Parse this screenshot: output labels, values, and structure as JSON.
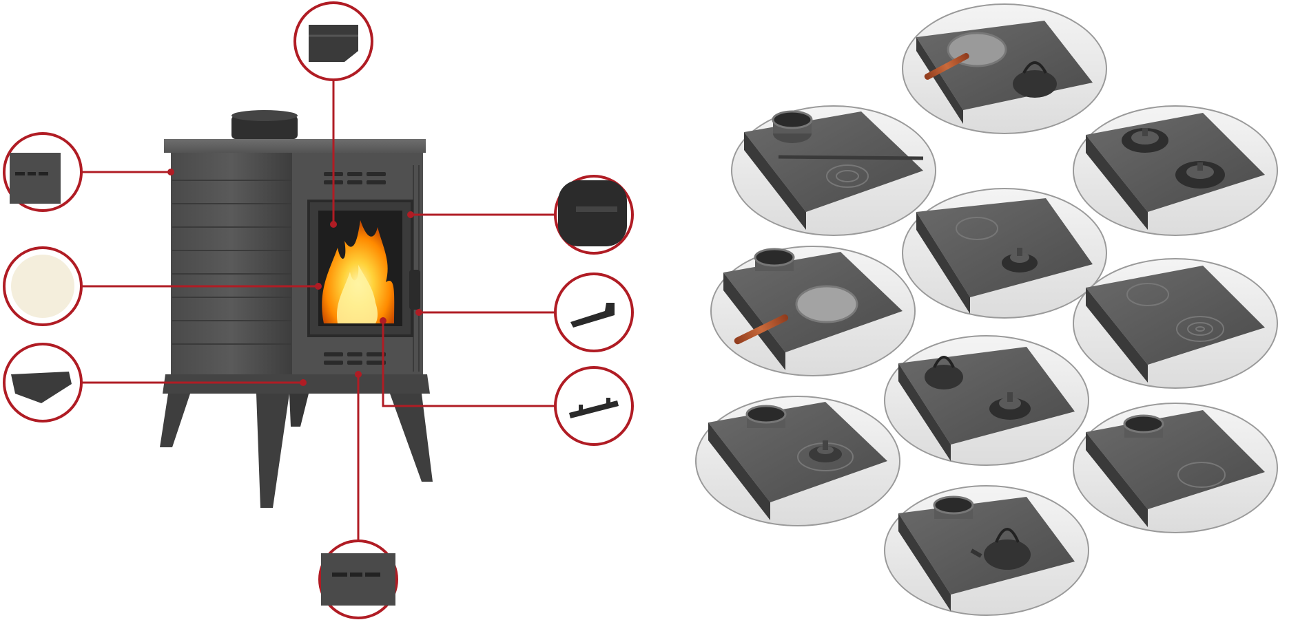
{
  "colors": {
    "background": "#ffffff",
    "callout_red": "#b01c24",
    "stove_body": "#4f4f4f",
    "stove_dark": "#2e2e2e",
    "cooktop_gray": "#5d5d5d",
    "flame_core": "#ffe04a",
    "flame_outer": "#ff8a00",
    "handle_wood": "#b4532a"
  },
  "stove_diagram": {
    "callouts": [
      {
        "name": "heat-shield-detail-callout",
        "icon": "heat-shield-icon"
      },
      {
        "name": "side-panel-detail-callout",
        "icon": "side-panel-icon"
      },
      {
        "name": "glass-seal-detail-callout",
        "icon": "glass-seal-icon"
      },
      {
        "name": "vermiculite-liner-detail-callout",
        "icon": "vermiculite-block-icon"
      },
      {
        "name": "door-handle-detail-callout",
        "icon": "handle-icon"
      },
      {
        "name": "ash-pan-detail-callout",
        "icon": "ash-pan-icon"
      },
      {
        "name": "grate-bar-detail-callout",
        "icon": "grate-bar-icon"
      },
      {
        "name": "air-vent-detail-callout",
        "icon": "air-vent-icon"
      }
    ]
  },
  "cooktop_options": [
    {
      "name": "cooktop-option-pan-and-kettle",
      "items": [
        "frying-pan",
        "kettle"
      ]
    },
    {
      "name": "cooktop-option-flue-with-hotplate",
      "items": [
        "flue-collar",
        "hotplate-rings",
        "lid-lifter"
      ]
    },
    {
      "name": "cooktop-option-double-burner-lids",
      "items": [
        "burner-lid",
        "burner-lid"
      ]
    },
    {
      "name": "cooktop-option-hotplate-and-burner",
      "items": [
        "hotplate-rings",
        "burner-lid"
      ]
    },
    {
      "name": "cooktop-option-flue-with-pan",
      "items": [
        "flue-collar",
        "frying-pan"
      ]
    },
    {
      "name": "cooktop-option-double-hotplate",
      "items": [
        "hotplate-rings",
        "hotplate-rings"
      ]
    },
    {
      "name": "cooktop-option-kettle-and-burner",
      "items": [
        "kettle",
        "burner-lid"
      ]
    },
    {
      "name": "cooktop-option-flue-with-burner",
      "items": [
        "flue-collar",
        "burner-lid"
      ]
    },
    {
      "name": "cooktop-option-flue-with-hotplate-plain",
      "items": [
        "flue-collar",
        "hotplate-rings"
      ]
    },
    {
      "name": "cooktop-option-flue-with-kettle",
      "items": [
        "flue-collar",
        "kettle"
      ]
    }
  ]
}
